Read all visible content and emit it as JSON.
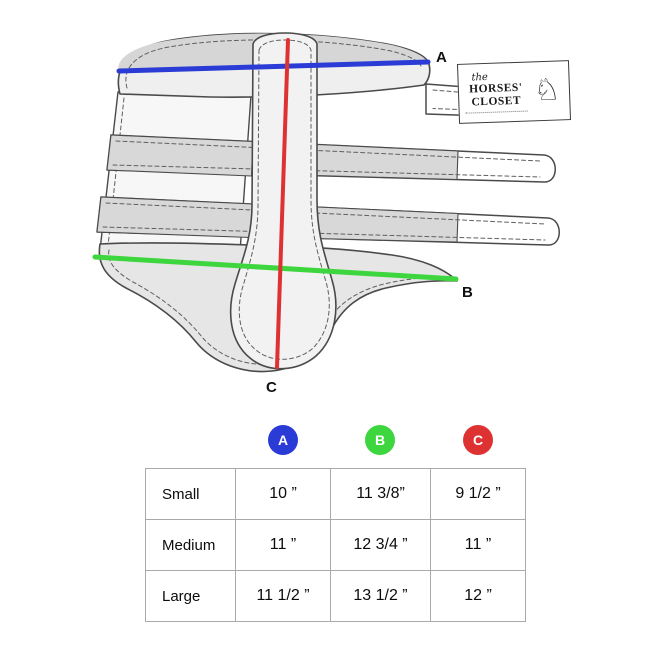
{
  "diagram": {
    "labels": {
      "a": "A",
      "b": "B",
      "c": "C"
    },
    "line_colors": {
      "a": "#2a3bd6",
      "b": "#3ed63e",
      "c": "#de3232"
    },
    "logo": {
      "script_word": "the",
      "name_line1": "HORSES'",
      "name_line2": "CLOSET",
      "horse_icon": "♘"
    }
  },
  "legend": {
    "items": [
      {
        "label": "A",
        "color": "#2a3bd6"
      },
      {
        "label": "B",
        "color": "#3ed63e"
      },
      {
        "label": "C",
        "color": "#de3232"
      }
    ]
  },
  "chart_data": {
    "type": "table",
    "columns": [
      "A",
      "B",
      "C"
    ],
    "column_colors": {
      "A": "#2a3bd6",
      "B": "#3ed63e",
      "C": "#de3232"
    },
    "rows": [
      {
        "label": "Small",
        "values": [
          "10 ”",
          "11 3/8”",
          "9 1/2 ”"
        ]
      },
      {
        "label": "Medium",
        "values": [
          "11 ”",
          "12 3/4 ”",
          "11 ”"
        ]
      },
      {
        "label": "Large",
        "values": [
          "11 1/2 ”",
          "13 1/2 ”",
          "12 ”"
        ]
      }
    ]
  }
}
